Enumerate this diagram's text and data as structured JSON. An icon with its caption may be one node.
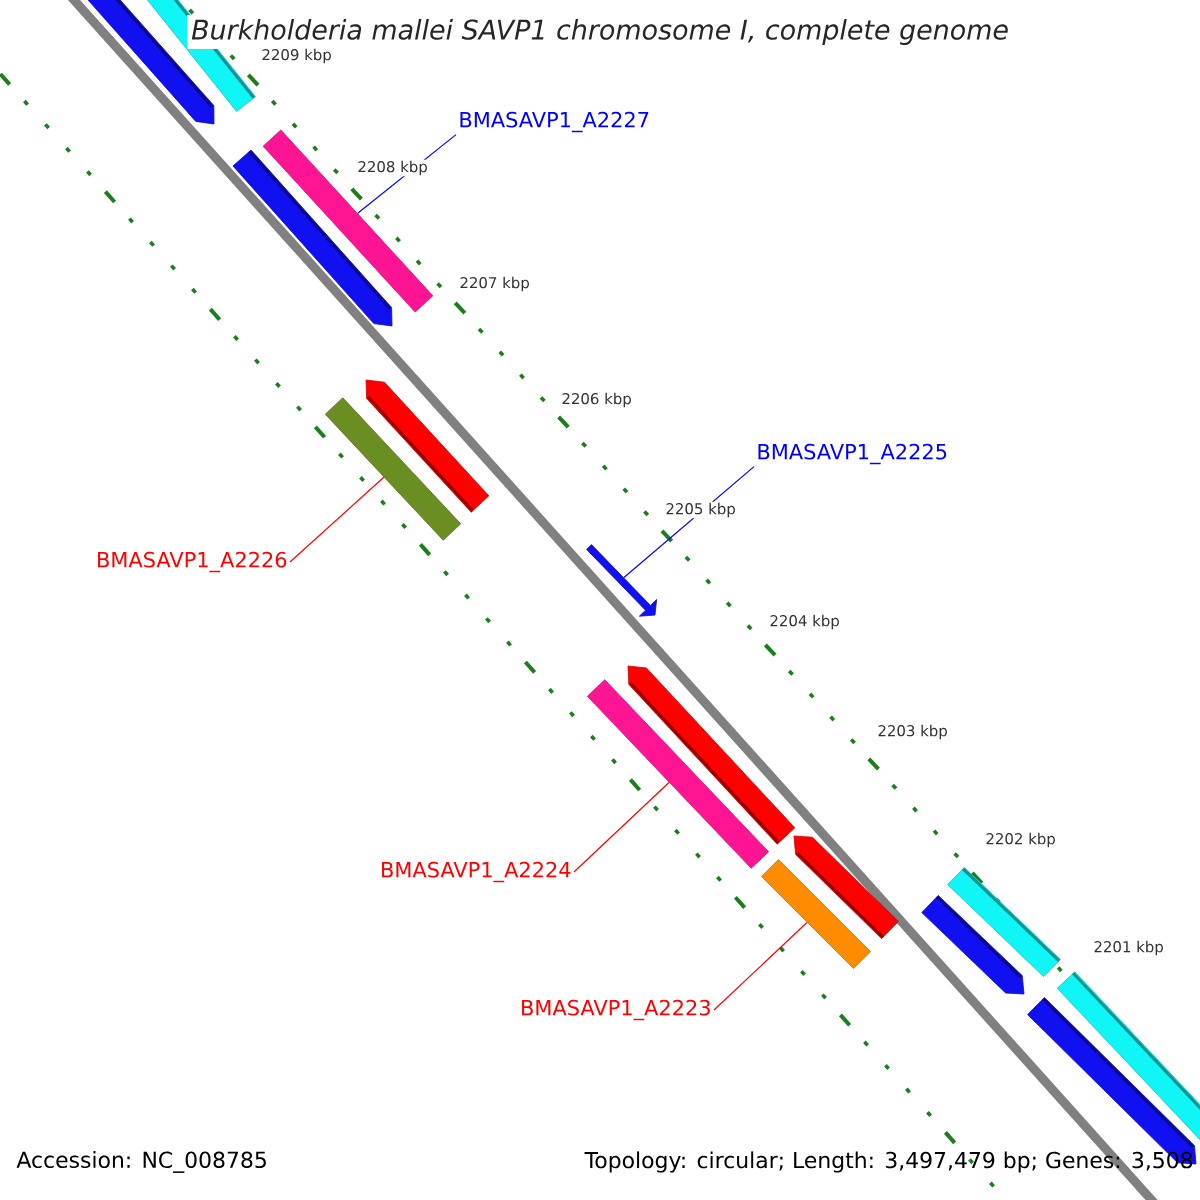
{
  "diagram": {
    "title": "Burkholderia mallei SAVP1 chromosome I, complete genome",
    "nodes": [
      {
        "text": [
          "BMASAVP1_A2227"
        ]
      },
      {
        "text": [],
        "shape": "bar"
      },
      {
        "text": [
          "BMASAVP1_A2226"
        ]
      },
      {
        "text": [],
        "shape": "bar"
      },
      {
        "text": [
          "BMASAVP1_A2225"
        ]
      },
      {
        "text": [],
        "shape": "arrow"
      },
      {
        "text": [
          "BMASAVP1_A2224"
        ]
      },
      {
        "text": [],
        "shape": "bar"
      },
      {
        "text": [
          "BMASAVP1_A2223"
        ]
      },
      {
        "text": [],
        "shape": "bar"
      }
    ],
    "edges": [
      {
        "from": 0,
        "to": 1,
        "arrow": "none",
        "color": "#0000ff"
      },
      {
        "from": 2,
        "to": 3,
        "arrow": "none"
      },
      {
        "from": 4,
        "to": 5,
        "arrow": "none",
        "color": "#0000ff"
      },
      {
        "from": 6,
        "to": 7,
        "arrow": "none"
      },
      {
        "from": 8,
        "to": 9,
        "arrow": "none"
      }
    ],
    "labels": [
      "2209 kbp",
      "2208 kbp",
      "2207 kbp",
      "2206 kbp",
      "2205 kbp",
      "2204 kbp",
      "2203 kbp",
      "2202 kbp",
      "2201 kbp",
      "Accession: NC_008785",
      "Topology: circular; Length: 3,497,479 bp; Genes: 3,508"
    ]
  }
}
